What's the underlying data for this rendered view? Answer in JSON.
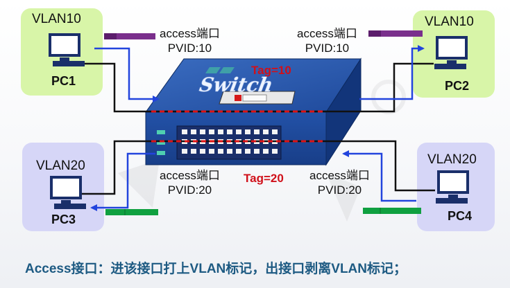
{
  "pcs": {
    "pc1": {
      "vlan": "VLAN10",
      "name": "PC1"
    },
    "pc2": {
      "vlan": "VLAN10",
      "name": "PC2"
    },
    "pc3": {
      "vlan": "VLAN20",
      "name": "PC3"
    },
    "pc4": {
      "vlan": "VLAN20",
      "name": "PC4"
    }
  },
  "ports": {
    "top_left": {
      "type": "access端口",
      "pvid": "PVID:10"
    },
    "top_right": {
      "type": "access端口",
      "pvid": "PVID:10"
    },
    "bottom_left": {
      "type": "access端口",
      "pvid": "PVID:20"
    },
    "bottom_right": {
      "type": "access端口",
      "pvid": "PVID:20"
    }
  },
  "tags": {
    "top": "Tag=10",
    "bottom": "Tag=20"
  },
  "switch": {
    "label": "Switch"
  },
  "caption": "Access接口：进该接口打上VLAN标记，出接口剥离VLAN标记；",
  "colors": {
    "vlan10_frame": "#7a2f8c",
    "vlan20_frame": "#10a040",
    "arrow": "#2244dd",
    "tag_line": "#dd1111",
    "switch_top": "#2a5aa8",
    "switch_front": "#1d49a0",
    "switch_side": "#10306e",
    "caption": "#1d5a82"
  }
}
